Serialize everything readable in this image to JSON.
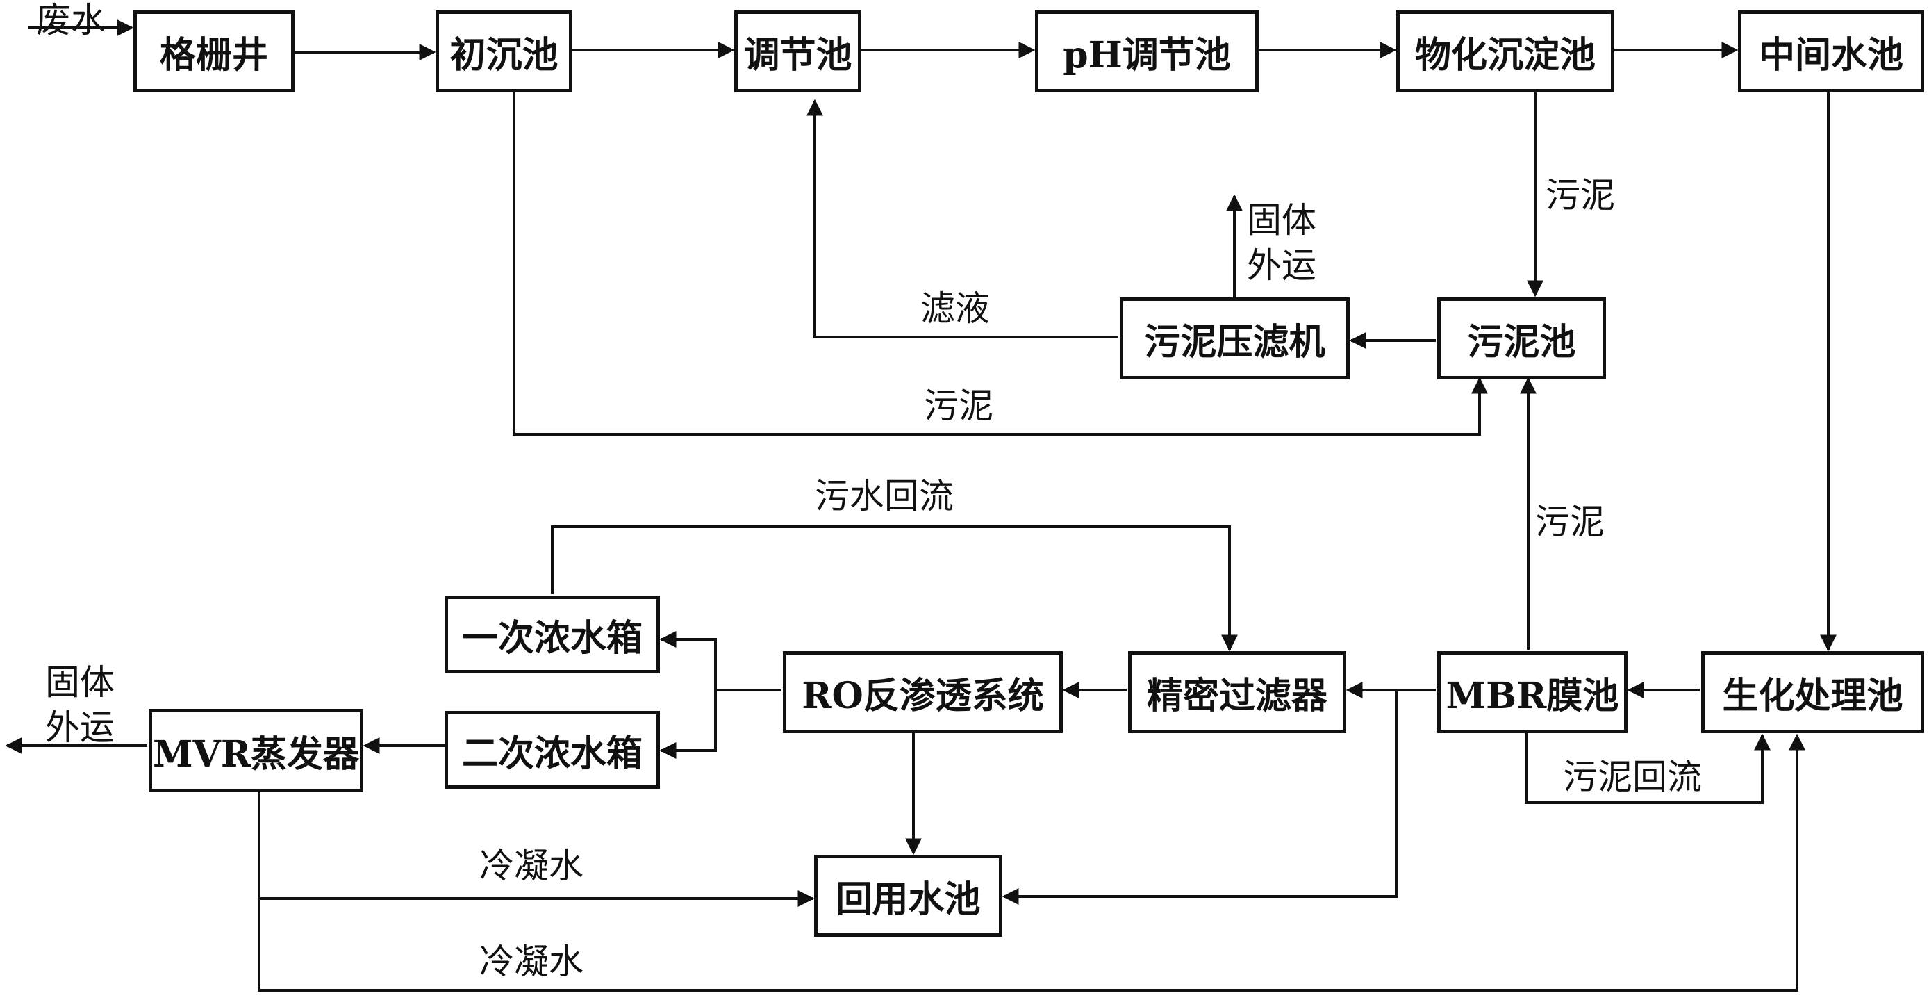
{
  "nodes": {
    "grille_well": "格栅井",
    "primary_settling": "初沉池",
    "equalization": "调节池",
    "ph_adjust": "pH调节池",
    "physchem_settling": "物化沉淀池",
    "intermediate_pool": "中间水池",
    "sludge_pool": "污泥池",
    "sludge_filter_press": "污泥压滤机",
    "bio_treatment": "生化处理池",
    "mbr": "MBR膜池",
    "precision_filter": "精密过滤器",
    "ro_system": "RO反渗透系统",
    "primary_concentrate_tank": "一次浓水箱",
    "secondary_concentrate_tank": "二次浓水箱",
    "mvr_evaporator": "MVR蒸发器",
    "reuse_pool": "回用水池"
  },
  "labels": {
    "wastewater_in": "废水",
    "solid_out_top_1": "固体",
    "solid_out_top_2": "外运",
    "filtrate": "滤液",
    "sludge_primary": "污泥",
    "sludge_physchem": "污泥",
    "sludge_mbr": "污泥",
    "sewage_return": "污水回流",
    "sludge_return": "污泥回流",
    "solid_out_left_1": "固体",
    "solid_out_left_2": "外运",
    "condensate_1": "冷凝水",
    "condensate_2": "冷凝水"
  }
}
